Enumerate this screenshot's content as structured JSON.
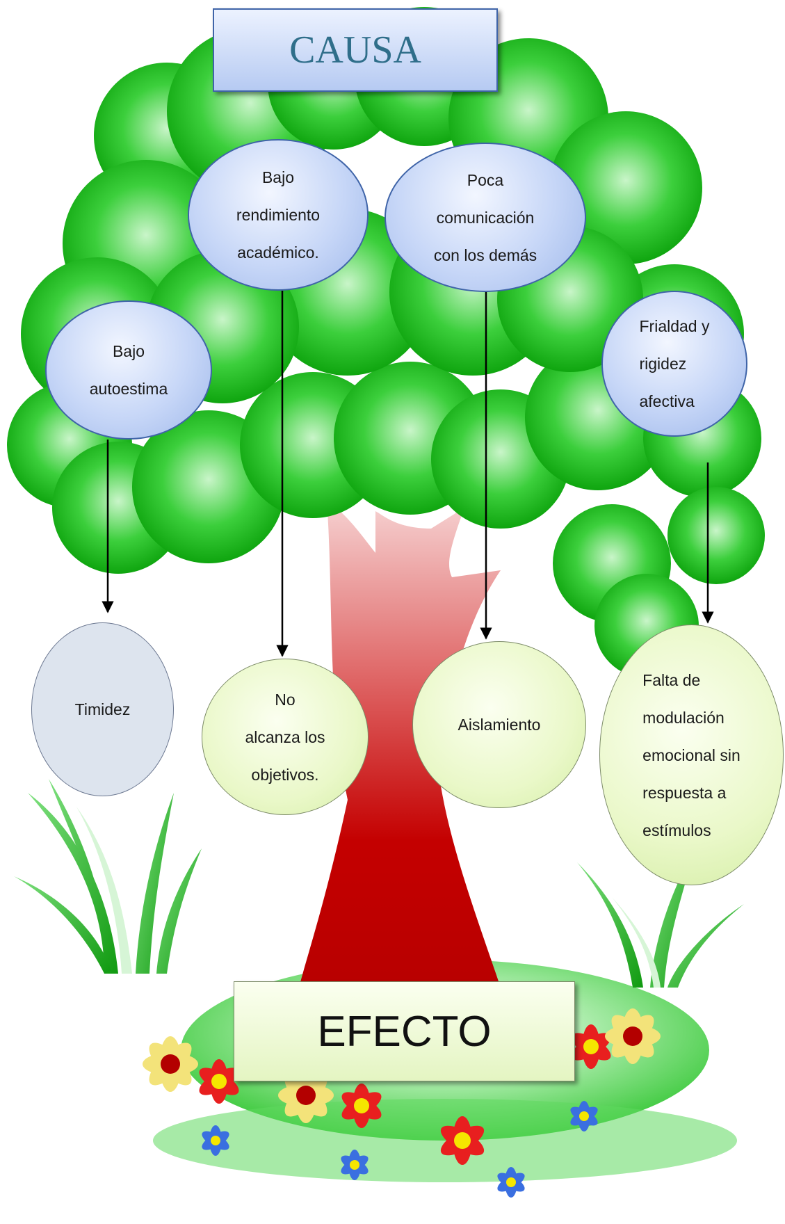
{
  "title_top": "CAUSA",
  "title_bottom": "EFECTO",
  "causes": [
    {
      "id": "c1",
      "text": "Bajo\nautoestima"
    },
    {
      "id": "c2",
      "text": "Bajo\nrendimiento\nacadémico."
    },
    {
      "id": "c3",
      "text": "Poca\ncomunicación\ncon los demás"
    },
    {
      "id": "c4",
      "text": "Frialdad y\nrigidez\nafectiva"
    }
  ],
  "effects": [
    {
      "id": "e1",
      "text": "Timidez"
    },
    {
      "id": "e2",
      "text": "No\nalcanza los\nobjetivos."
    },
    {
      "id": "e3",
      "text": "Aislamiento"
    },
    {
      "id": "e4",
      "text": "Falta de\nmodulación\nemocional sin\nrespuesta a\nestímulos"
    }
  ],
  "colors": {
    "foliage": "#19b419",
    "foliage_light": "#b8efb8",
    "trunk": "#c40000",
    "ground": "#55d455",
    "cause_fill": "#c6d6f7",
    "effect_fill": "#eaf8c9",
    "arrow": "#000000"
  }
}
